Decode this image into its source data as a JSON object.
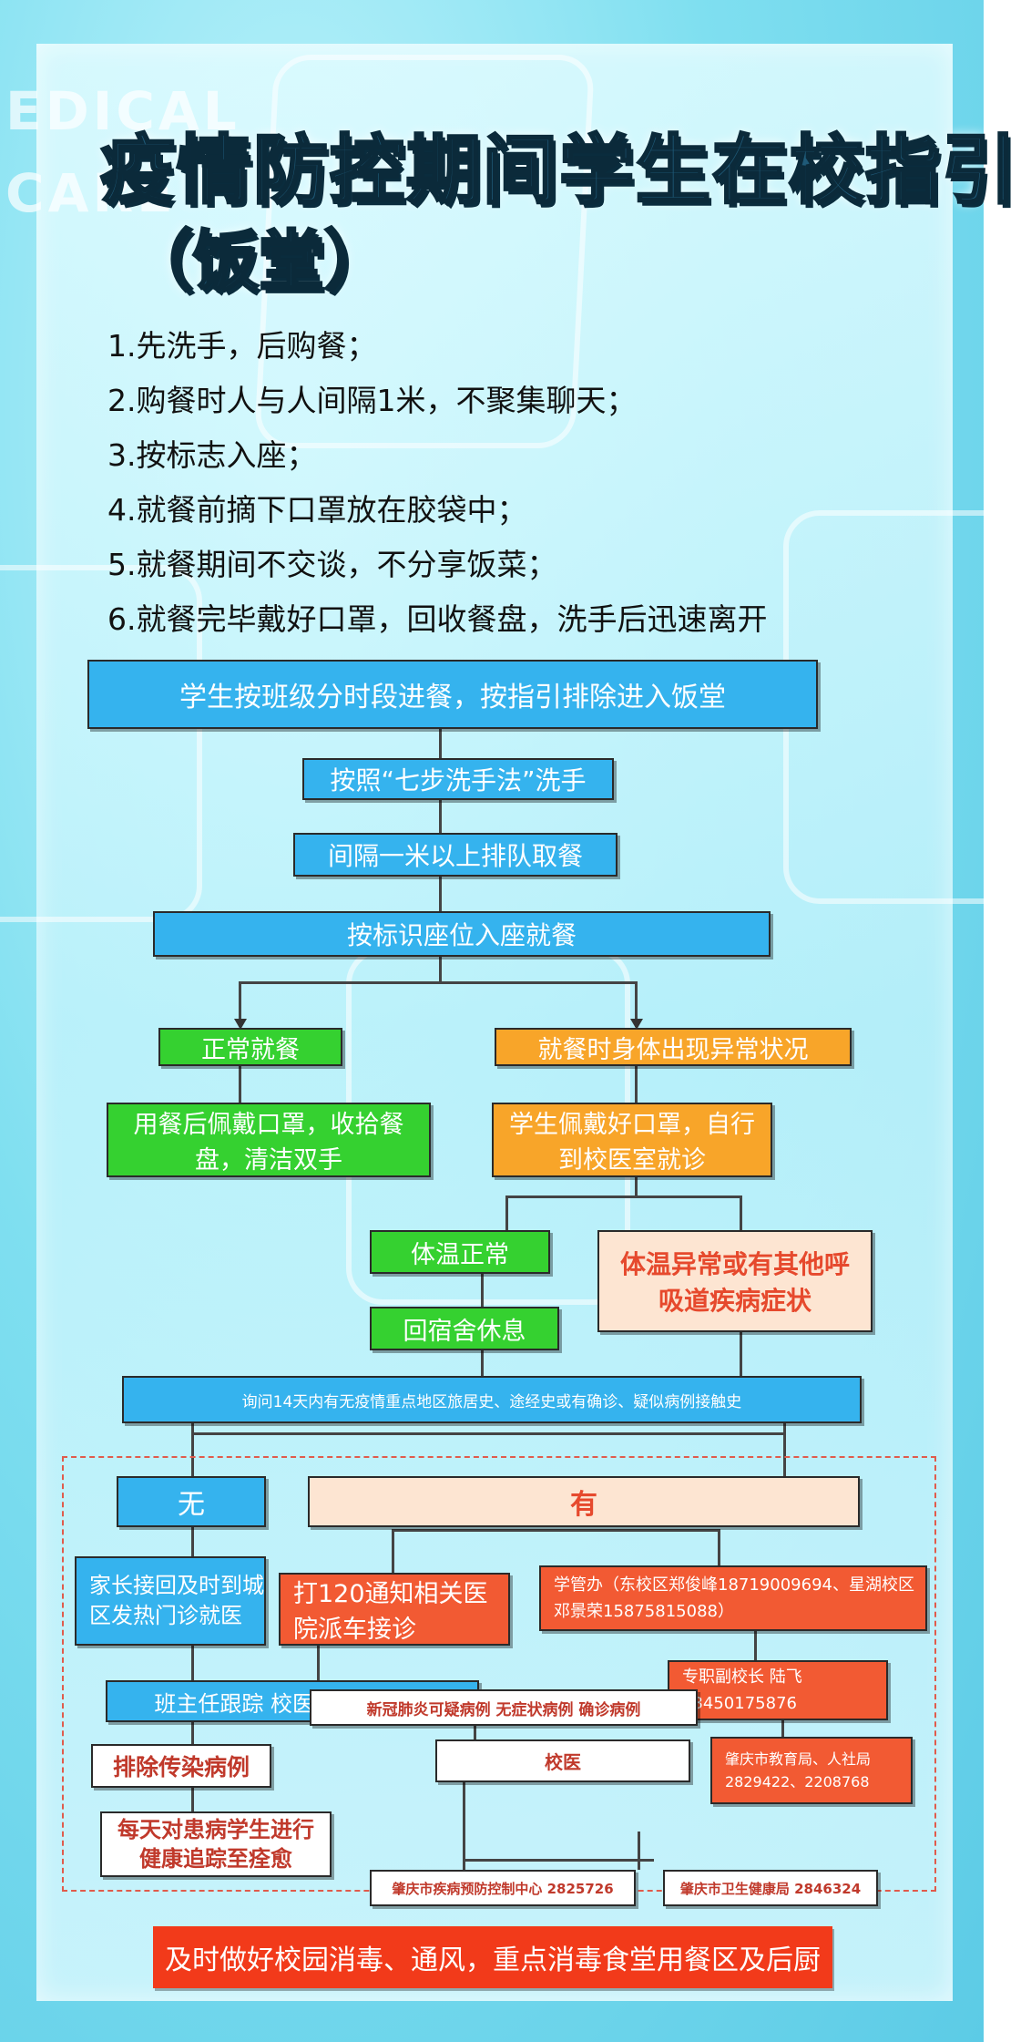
{
  "title": "疫情防控期间学生在校指引",
  "subtitle": "（饭堂）",
  "watermark": {
    "line1": "EDICAL",
    "line2": "CARE"
  },
  "rules": [
    "1.先洗手，后购餐；",
    "2.购餐时人与人间隔1米，不聚集聊天；",
    "3.按标志入座；",
    "4.就餐前摘下口罩放在胶袋中；",
    "5.就餐期间不交谈，不分享饭菜；",
    "6.就餐完毕戴好口罩，回收餐盘，洗手后迅速离开"
  ],
  "flow": {
    "step1": "学生按班级分时段进餐，按指引排除进入饭堂",
    "step2": "按照“七步洗手法”洗手",
    "step3": "间隔一米以上排队取餐",
    "step4": "按标识座位入座就餐",
    "normal": "正常就餐",
    "normal_detail": "用餐后佩戴口罩，收拾餐盘，清洁双手",
    "abnormal": "就餐时身体出现异常状况",
    "abnormal_detail": "学生佩戴好口罩，自行到校医室就诊",
    "temp_normal": "体温正常",
    "dorm": "回宿舍休息",
    "temp_abnormal": "体温异常或有其他呼吸道疾病症状",
    "inquiry": "询问14天内有无疫情重点地区旅居史、途经史或有确诊、疑似病例接触史",
    "no": "无",
    "yes": "有",
    "parent": "家长接回及时到城区发热门诊就医",
    "call120": "打120通知相关医院派车接诊",
    "office": "学管办（东校区郑俊峰18719009694、星湖校区邓景荣15875815088）",
    "vice_principal": "专职副校长 陆飞 13450175876",
    "teacher": "班主任跟踪 校医登记 报晨检",
    "cases": "新冠肺炎可疑病例  无症状病例  确诊病例",
    "exclude": "排除传染病例",
    "track": "每天对患病学生进行健康追踪至痊愈",
    "school_doctor": "校医",
    "edu_bureau": "肇庆市教育局、人社局 2829422、2208768",
    "cdc": "肇庆市疾病预防控制中心  2825726",
    "health_bureau": "肇庆市卫生健康局 2846324"
  },
  "footer": "及时做好校园消毒、通风，重点消毒食堂用餐区及后厨"
}
